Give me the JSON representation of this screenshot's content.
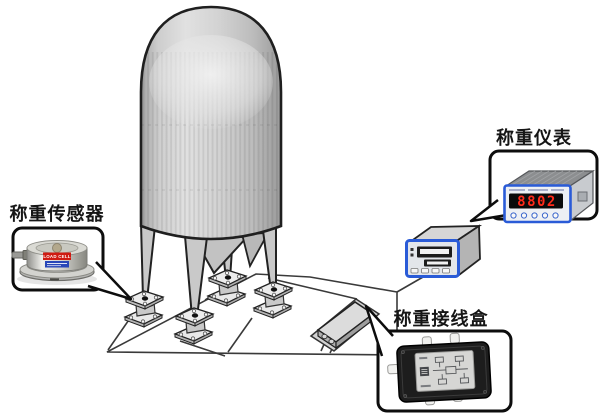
{
  "labels": {
    "load_cell": "称重传感器",
    "indicator": "称重仪表",
    "junction_box": "称重接线盒"
  },
  "indicator_photo": {
    "display": "8802"
  },
  "load_cell_photo": {
    "brand": "LOAD CELL"
  },
  "colors": {
    "outline": "#1f1f1f",
    "cable": "#3a3a3a",
    "callout_border": "#0d0d0d",
    "bezel_blue": "#2a5bd7",
    "display_red": "#ff2a1a",
    "label_red": "#cf1a12",
    "label_blue": "#2746b8",
    "junction_black": "#1d1d1d"
  }
}
